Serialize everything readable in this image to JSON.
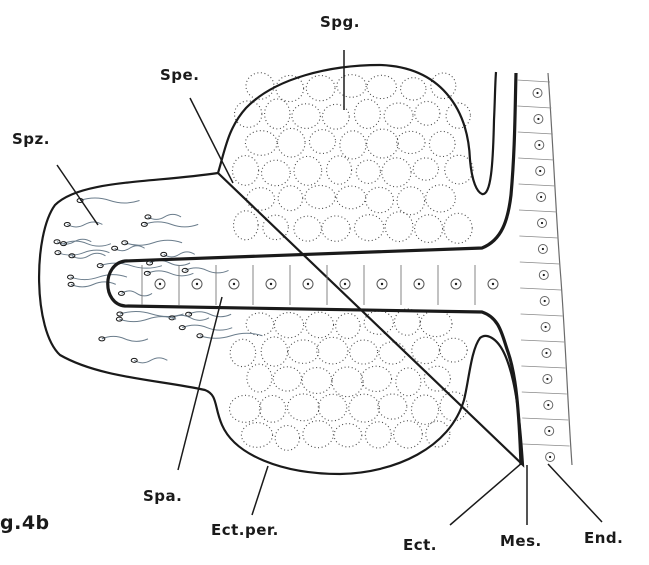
{
  "figure_label": "g.4b",
  "labels": {
    "spg": "Spg.",
    "spe": "Spe.",
    "spz": "Spz.",
    "spa": "Spa.",
    "ect_per": "Ect.per.",
    "ect": "Ect.",
    "mes": "Mes.",
    "end": "End."
  },
  "colors": {
    "ink": "#1a1a1a",
    "background": "#ffffff",
    "spermatozoa": "#6b7d8c"
  }
}
